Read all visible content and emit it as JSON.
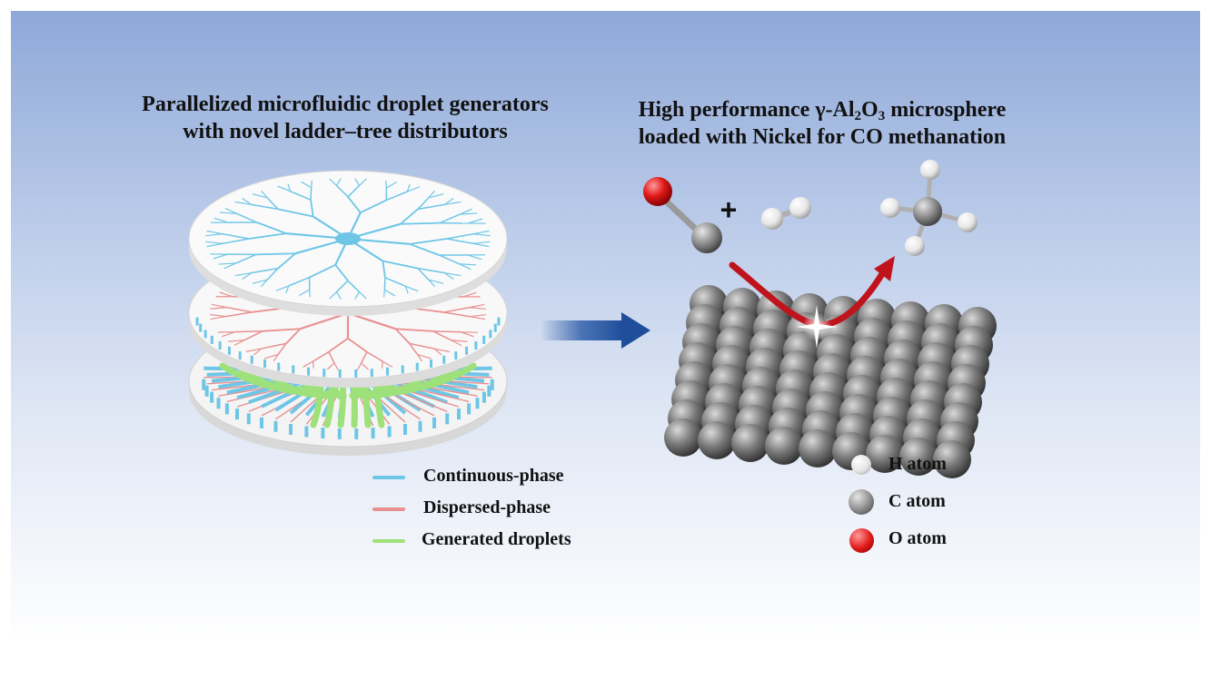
{
  "title_left": {
    "line1": "Parallelized microfluidic droplet generators",
    "line2": "with novel ladder–tree distributors"
  },
  "title_right": {
    "line1_pre": "High performance γ-Al",
    "sub1": "2",
    "line1_mid": "O",
    "sub2": "3",
    "line1_post": " microsphere",
    "line2": "loaded with Nickel for CO methanation"
  },
  "plus_sign": "+",
  "legend_phases": [
    {
      "label": "Continuous-phase",
      "color": "#6ec6e6"
    },
    {
      "label": "Dispersed-phase",
      "color": "#e89090"
    },
    {
      "label": "Generated droplets",
      "color": "#9ee07a"
    }
  ],
  "legend_atoms": [
    {
      "label": "H atom",
      "color": "#f4f4f4"
    },
    {
      "label": "C atom",
      "color": "#8a8a8a"
    },
    {
      "label": "O atom",
      "color": "#e01818"
    }
  ],
  "colors": {
    "continuous": "#6ec6e6",
    "dispersed": "#e89090",
    "droplets": "#9ee07a",
    "arrow_blue": "#1f4f9a",
    "arrow_red": "#c0141c",
    "nickel": "#808080"
  }
}
